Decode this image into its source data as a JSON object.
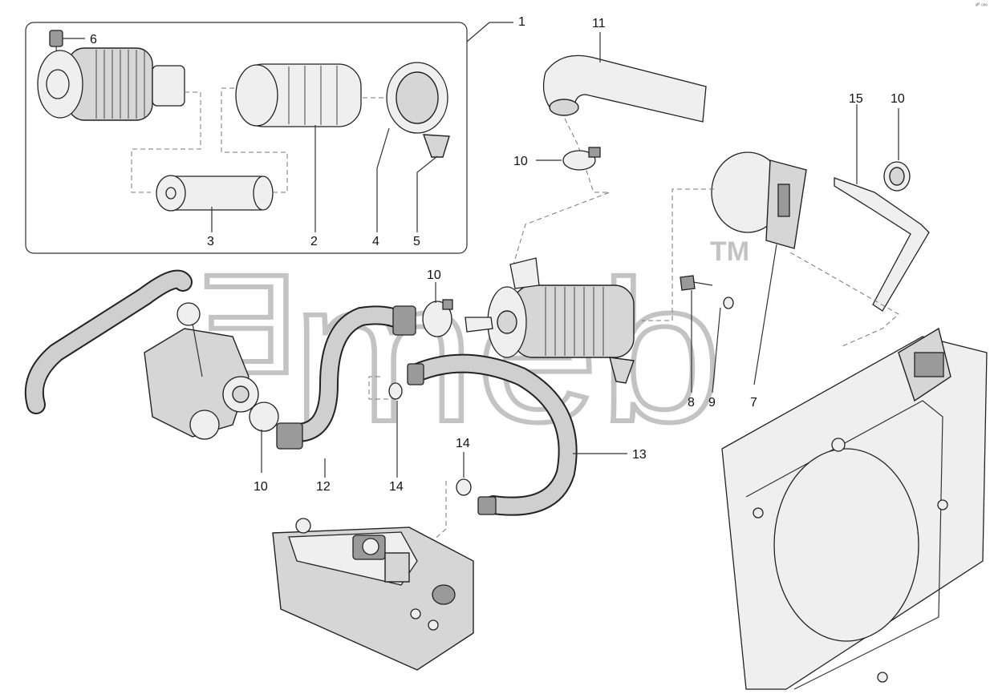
{
  "corner_code": "ᵉᴾ ᵒᵒᵉ",
  "watermark": {
    "text": "ᴲmeb",
    "tm": "TM",
    "color": "#bdbdbd"
  },
  "callouts": {
    "c1": "1",
    "c2": "2",
    "c3": "3",
    "c4": "4",
    "c5": "5",
    "c6": "6",
    "c7": "7",
    "c8": "8",
    "c9": "9",
    "c10_a": "10",
    "c10_b": "10",
    "c10_c": "10",
    "c10_d": "10",
    "c11": "11",
    "c12": "12",
    "c13": "13",
    "c14_a": "14",
    "c14_b": "14",
    "c15": "15"
  },
  "colors": {
    "line": "#333333",
    "part": "#d6d6d6",
    "dark": "#9a9a9a"
  }
}
